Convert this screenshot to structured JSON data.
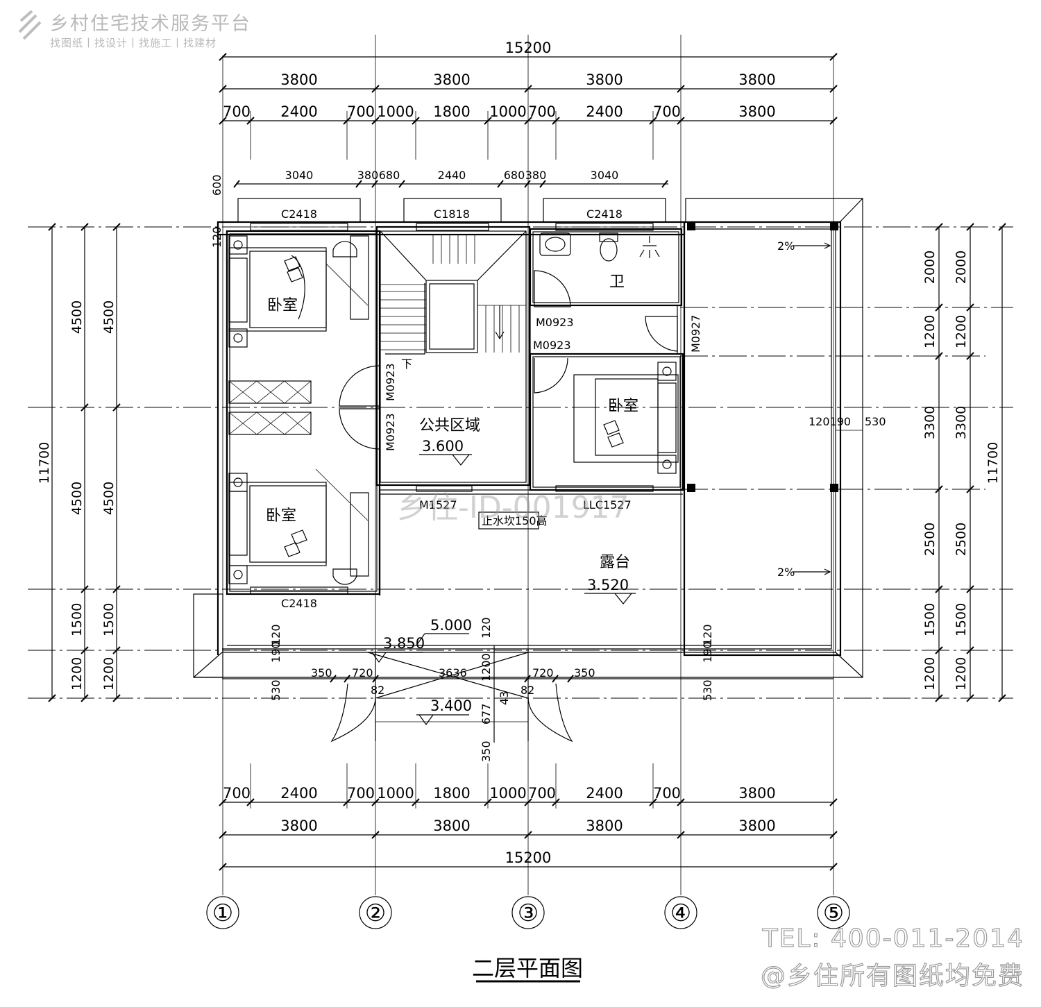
{
  "branding": {
    "platform_name": "乡村住宅技术服务平台",
    "platform_slogan": "找图纸丨找设计丨找施工丨找建材",
    "watermark_id": "乡住-ID-001917",
    "tel": "TEL: 400-011-2014",
    "free_notice": "@乡住所有图纸均免费"
  },
  "drawing_title": "二层平面图",
  "top_dims": {
    "total": "15200",
    "bays": [
      "3800",
      "3800",
      "3800",
      "3800"
    ],
    "sub": [
      "700",
      "2400",
      "700",
      "1000",
      "1800",
      "1000",
      "700",
      "2400",
      "700",
      "3800"
    ],
    "windows": [
      "3040",
      "380",
      "680",
      "2440",
      "680",
      "380",
      "3040"
    ],
    "small_600": "600",
    "small_120": "120"
  },
  "bottom_dims": {
    "sub": [
      "700",
      "2400",
      "700",
      "1000",
      "1800",
      "1000",
      "700",
      "2400",
      "700",
      "3800"
    ],
    "bays": [
      "3800",
      "3800",
      "3800",
      "3800"
    ],
    "total": "15200"
  },
  "left_dims": {
    "total": "11700",
    "outer": [
      "4500",
      "4500",
      "1500",
      "1200"
    ],
    "inner": [
      "4500",
      "4500",
      "1500",
      "1200"
    ]
  },
  "right_dims": {
    "total": "11700",
    "outer": [
      "2000",
      "1200",
      "3300",
      "2500",
      "1500",
      "1200"
    ],
    "inner": [
      "2000",
      "1200",
      "3300",
      "2500",
      "1500",
      "1200"
    ]
  },
  "axis_labels": [
    "①",
    "②",
    "③",
    "④",
    "⑤"
  ],
  "rooms": {
    "bedroom": "卧室",
    "bath": "卫",
    "public": "公共区域",
    "terrace": "露台",
    "stair_down": "下"
  },
  "levels": {
    "public": "3.600",
    "terrace": "3.520",
    "canopy": "5.000",
    "porch_roof": "3.850",
    "porch": "3.400"
  },
  "openings": {
    "c2418": "C2418",
    "c1818": "C1818",
    "m0923": "M0923",
    "m0927": "M0927",
    "m1527": "M1527",
    "llc1527": "LLC1527",
    "curb": "止水坎150高"
  },
  "slope": "2%",
  "detail_dims": {
    "d120": "120",
    "d190": "190",
    "d530": "530",
    "d350": "350",
    "d720": "720",
    "d3636": "3636",
    "d1200": "1200",
    "d82": "82",
    "d43": "43",
    "d677": "677",
    "d120190": "120190"
  }
}
